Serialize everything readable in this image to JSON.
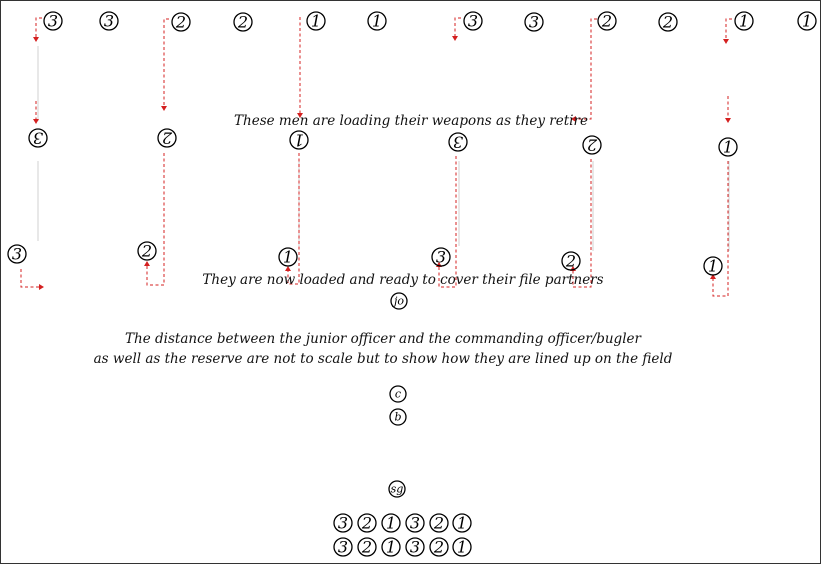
{
  "captions": {
    "loading": "These men are loading their weapons as they retire",
    "loaded": "They are now loaded and ready to cover their file partners",
    "distance_line1": "The distance between the junior officer and the commanding officer/bugler",
    "distance_line2": "as well as the reserve are not to scale but to show how they are lined up on the field"
  },
  "front_rank": [
    "3",
    "3",
    "2",
    "2",
    "1",
    "1",
    "3",
    "3",
    "2",
    "2",
    "1",
    "1"
  ],
  "retiring_men": [
    "3",
    "2",
    "1",
    "3",
    "2",
    "1"
  ],
  "loaded_men": [
    "3",
    "2",
    "1",
    "3",
    "2",
    "1"
  ],
  "officers": {
    "junior_officer": "jo",
    "commanding_officer": "c",
    "bugler": "b",
    "sergeant": "sg"
  },
  "reserve_rows": [
    [
      "3",
      "2",
      "1",
      "3",
      "2",
      "1"
    ],
    [
      "3",
      "2",
      "1",
      "3",
      "2",
      "1"
    ]
  ],
  "colors": {
    "movement_path": "#d42020",
    "guide_line": "#d0d0d0",
    "ink": "#000000"
  }
}
